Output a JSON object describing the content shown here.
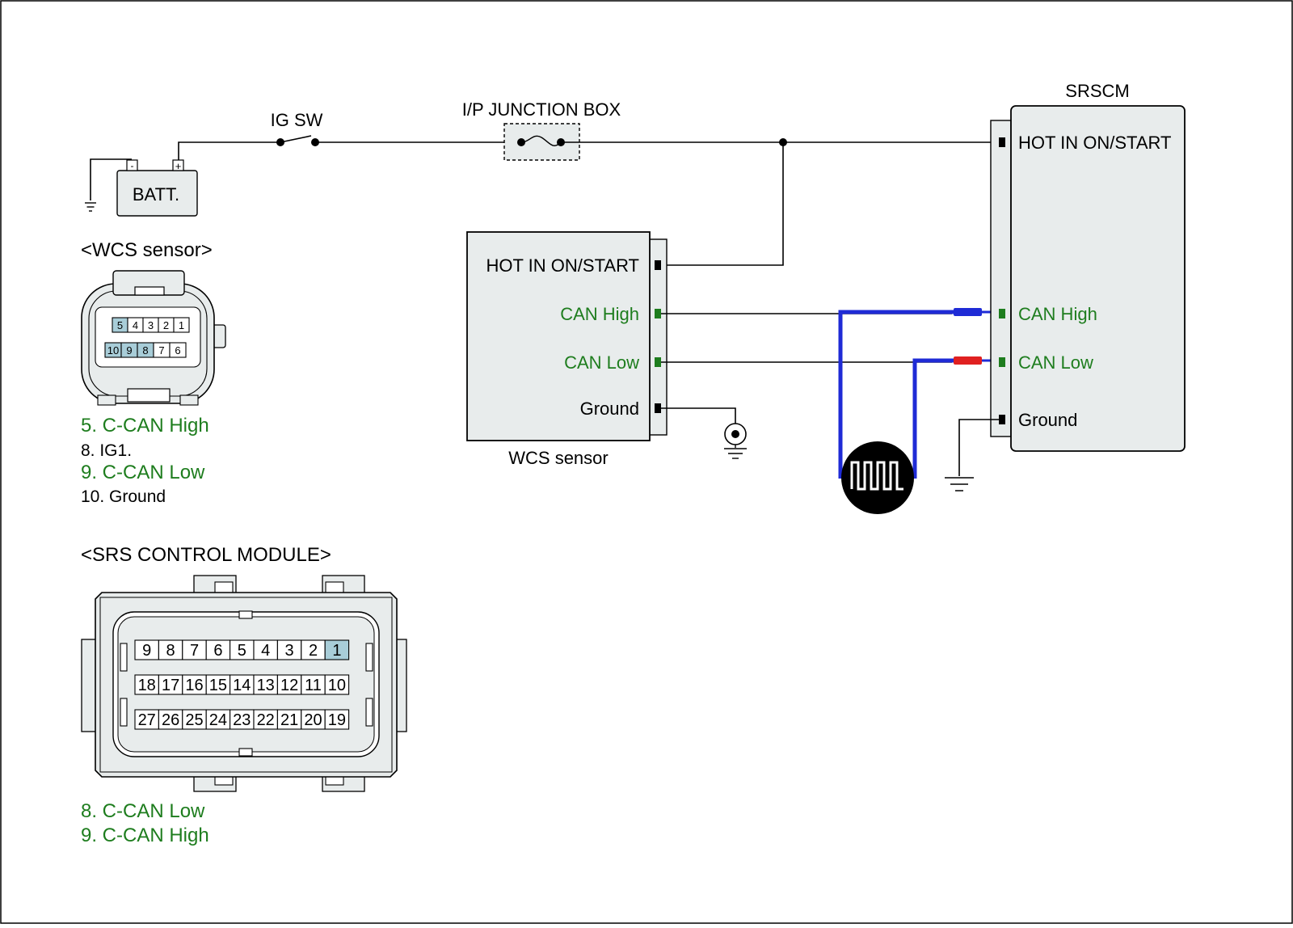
{
  "components": {
    "ig_sw": "IG SW",
    "junction_box": "I/P JUNCTION BOX",
    "battery": "BATT.",
    "battery_minus": "-",
    "battery_plus": "+",
    "srscm_title": "SRSCM",
    "wcs_title": "WCS sensor"
  },
  "wcs_module": {
    "pins": [
      "HOT IN ON/START",
      "CAN High",
      "CAN Low",
      "Ground"
    ]
  },
  "srscm_module": {
    "pins": [
      "HOT IN ON/START",
      "CAN High",
      "CAN Low",
      "Ground"
    ]
  },
  "wcs_connector": {
    "title": "<WCS sensor>",
    "row1": [
      "5",
      "4",
      "3",
      "2",
      "1"
    ],
    "row2": [
      "10",
      "9",
      "8",
      "7",
      "6"
    ],
    "highlighted": [
      "5",
      "10",
      "9",
      "8"
    ],
    "legend": [
      "5. C-CAN High",
      "8. IG1.",
      "9. C-CAN Low",
      "10. Ground"
    ]
  },
  "srs_connector": {
    "title": "<SRS CONTROL MODULE>",
    "row1": [
      "9",
      "8",
      "7",
      "6",
      "5",
      "4",
      "3",
      "2",
      "1"
    ],
    "row2": [
      "18",
      "17",
      "16",
      "15",
      "14",
      "13",
      "12",
      "11",
      "10"
    ],
    "row3": [
      "27",
      "26",
      "25",
      "24",
      "23",
      "22",
      "21",
      "20",
      "19"
    ],
    "highlighted": [
      "1"
    ],
    "legend": [
      "8. C-CAN Low",
      "9. C-CAN High"
    ]
  },
  "colors": {
    "can_green": "#1e7d1e",
    "can_high_wire": "#1f2bd6",
    "can_low_tip": "#e02020",
    "module_fill": "#e8ecec",
    "pin_highlight": "#a8cdd8"
  }
}
